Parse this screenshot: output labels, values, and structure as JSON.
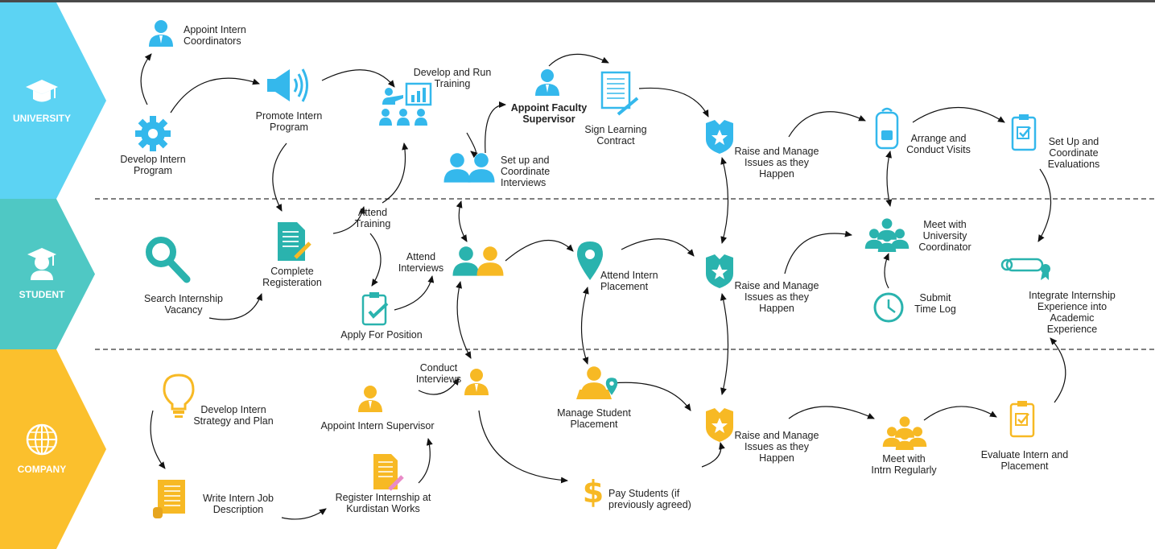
{
  "colors": {
    "university": "#5cd3f3",
    "student": "#4fc8c4",
    "company": "#fbc02d",
    "icon_university": "#34b8ec",
    "icon_student": "#2ab3ae",
    "icon_company": "#f7b924"
  },
  "lanes": [
    {
      "id": "university",
      "label": "UNIVERSITY",
      "icon": "graduation-cap-icon"
    },
    {
      "id": "student",
      "label": "STUDENT",
      "icon": "student-icon"
    },
    {
      "id": "company",
      "label": "COMPANY",
      "icon": "globe-icon"
    }
  ],
  "nodes": [
    {
      "id": "appoint-coordinators",
      "icon": "person-icon",
      "lane": "university",
      "lines": [
        "Appoint Intern",
        "Coordinators"
      ]
    },
    {
      "id": "develop-program",
      "icon": "gear-icon",
      "lane": "university",
      "lines": [
        "Develop Intern",
        "Program"
      ]
    },
    {
      "id": "promote-program",
      "icon": "megaphone-icon",
      "lane": "university",
      "lines": [
        "Promote Intern",
        "Program"
      ]
    },
    {
      "id": "develop-training",
      "icon": "presentation-icon",
      "lane": "university",
      "lines": [
        "Develop and Run",
        "Training"
      ]
    },
    {
      "id": "coordinate-interviews",
      "icon": "two-people-icon",
      "lane": "university",
      "lines": [
        "Set up and",
        "Coordinate",
        "Interviews"
      ]
    },
    {
      "id": "appoint-faculty",
      "icon": "person-icon",
      "lane": "university",
      "lines": [
        "Appoint Faculty",
        "Supervisor"
      ],
      "bold": true
    },
    {
      "id": "sign-contract",
      "icon": "contract-icon",
      "lane": "university",
      "lines": [
        "Sign Learning",
        "Contract"
      ]
    },
    {
      "id": "issues-university",
      "icon": "badge-icon",
      "lane": "university",
      "lines": [
        "Raise and Manage",
        "Issues as they",
        "Happen"
      ]
    },
    {
      "id": "conduct-visits",
      "icon": "backpack-icon",
      "lane": "university",
      "lines": [
        "Arrange and",
        "Conduct Visits"
      ]
    },
    {
      "id": "evaluations",
      "icon": "clipboard-icon",
      "lane": "university",
      "lines": [
        "Set Up and",
        "Coordinate",
        "Evaluations"
      ]
    },
    {
      "id": "search-vacancy",
      "icon": "magnifier-icon",
      "lane": "student",
      "lines": [
        "Search Internship",
        "Vacancy"
      ]
    },
    {
      "id": "complete-registration",
      "icon": "document-icon",
      "lane": "student",
      "lines": [
        "Complete",
        "Registeration"
      ]
    },
    {
      "id": "attend-training",
      "icon": "none",
      "lane": "student",
      "lines": [
        "Attend",
        "Training"
      ]
    },
    {
      "id": "apply-position",
      "icon": "clipboard-check-icon",
      "lane": "student",
      "lines": [
        "Apply For Position"
      ]
    },
    {
      "id": "attend-interviews",
      "icon": "two-people-icon",
      "lane": "student",
      "lines": [
        "Attend",
        "Interviews"
      ]
    },
    {
      "id": "attend-placement",
      "icon": "location-pin-icon",
      "lane": "student",
      "lines": [
        "Attend Intern",
        "Placement"
      ]
    },
    {
      "id": "issues-student",
      "icon": "badge-icon",
      "lane": "student",
      "lines": [
        "Raise and Manage",
        "Issues as they",
        "Happen"
      ]
    },
    {
      "id": "meet-coordinator",
      "icon": "group-icon",
      "lane": "student",
      "lines": [
        "Meet with",
        "University",
        "Coordinator"
      ]
    },
    {
      "id": "submit-timelog",
      "icon": "clock-icon",
      "lane": "student",
      "lines": [
        "Submit",
        "Time Log"
      ]
    },
    {
      "id": "integrate-experience",
      "icon": "diploma-icon",
      "lane": "student",
      "lines": [
        "Integrate Internship",
        "Experience into",
        "Academic",
        "Experience"
      ]
    },
    {
      "id": "develop-strategy",
      "icon": "lightbulb-icon",
      "lane": "company",
      "lines": [
        "Develop Intern",
        "Strategy and Plan"
      ]
    },
    {
      "id": "write-description",
      "icon": "scroll-icon",
      "lane": "company",
      "lines": [
        "Write Intern Job",
        "Description"
      ]
    },
    {
      "id": "appoint-supervisor",
      "icon": "person-icon",
      "lane": "company",
      "lines": [
        "Appoint Intern Supervisor"
      ]
    },
    {
      "id": "register-internship",
      "icon": "note-pencil-icon",
      "lane": "company",
      "lines": [
        "Register Internship at",
        "Kurdistan Works"
      ]
    },
    {
      "id": "conduct-interviews",
      "icon": "person-icon",
      "lane": "company",
      "lines": [
        "Conduct",
        "Interviews"
      ]
    },
    {
      "id": "manage-placement",
      "icon": "person-pin-icon",
      "lane": "company",
      "lines": [
        "Manage Student",
        "Placement"
      ]
    },
    {
      "id": "pay-students",
      "icon": "dollar-icon",
      "lane": "company",
      "lines": [
        "Pay Students (if",
        "previously agreed)"
      ]
    },
    {
      "id": "issues-company",
      "icon": "badge-icon",
      "lane": "company",
      "lines": [
        "Raise and Manage",
        "Issues as they",
        "Happen"
      ]
    },
    {
      "id": "meet-regularly",
      "icon": "group-icon",
      "lane": "company",
      "lines": [
        "Meet with",
        "Intrn Regularly"
      ]
    },
    {
      "id": "evaluate-placement",
      "icon": "clipboard-icon",
      "lane": "company",
      "lines": [
        "Evaluate Intern and",
        "Placement"
      ]
    }
  ]
}
